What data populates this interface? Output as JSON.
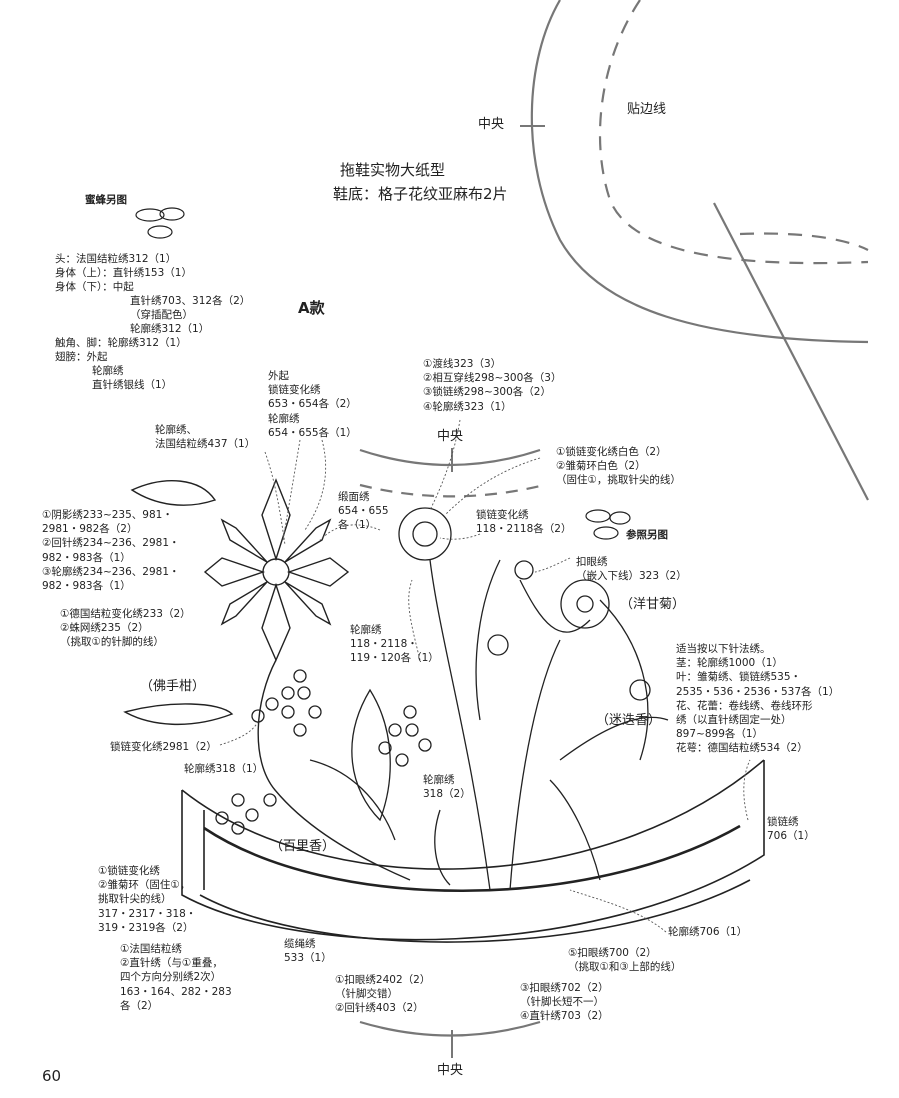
{
  "page_number": "60",
  "pattern": {
    "title": "拖鞋实物大纸型",
    "sole": "鞋底：格子花纹亚麻布2片",
    "style": "A款",
    "center_label": "中央",
    "edge_line_label": "贴边线"
  },
  "bee_reference": {
    "title": "蜜蜂另图",
    "lines": [
      "头：法国结粒绣312（1）",
      "身体（上）：直针绣153（1）",
      "身体（下）：中起",
      "直针绣703、312各（2）",
      "（穿插配色）",
      "轮廓绣312（1）",
      "触角、脚：轮廓绣312（1）",
      "翅膀：外起",
      "轮廓绣",
      "直针绣银线（1）"
    ]
  },
  "flower_labels": {
    "bergamot": "（佛手柑）",
    "chamomile": "（洋甘菊）",
    "rosemary": "（迷迭香）",
    "thyme": "（百里香）"
  },
  "see_other": "参照另图",
  "annotations": {
    "outer_start": "外起\n锁链变化绣\n653・654各（2）\n轮廓绣\n654・655各（1）",
    "outline_french": "轮廓绣、\n法国结粒绣437（1）",
    "leaf_left": "①阴影绣233~235、981・\n2981・982各（2）\n②回针绣234~236、2981・\n982・983各（1）\n③轮廓绣234~236、2981・\n982・983各（1）",
    "center_knots": "①德国结粒变化绣233（2）\n②蛛网绣235（2）\n（挑取①的针脚的线）",
    "satin": "缎面绣\n654・655\n各（1）",
    "chamomile_center": "①渡线323（3）\n②相互穿线298~300各（3）\n③锁链绣298~300各（2）\n④轮廓绣323（1）",
    "chain_white": "①锁链变化绣白色（2）\n②雏菊环白色（2）\n（固住①，挑取针尖的线）",
    "chain_var": "锁链变化绣\n118・2118各（2）",
    "buttonhole": "扣眼绣\n（嵌入下线）323（2）",
    "stem_outline": "轮廓绣\n118・2118・\n119・120各（1）",
    "general": "适当按以下针法绣。\n茎：轮廓绣1000（1）\n叶：雏菊绣、锁链绣535・\n2535・536・2536・537各（1）\n花、花蕾：卷线绣、卷线环形\n绣（以直针绣固定一处）\n897~899各（1）\n花萼：德国结粒绣534（2）",
    "chain_2981": "锁链变化绣2981（2）",
    "outline_318_1": "轮廓绣318（1）",
    "outline_318_2": "轮廓绣\n318（2）",
    "chain_706": "锁链绣\n706（1）",
    "thyme_chain": "①锁链变化绣\n②雏菊环（固住①，\n挑取针尖的线）\n317・2317・318・\n319・2319各（2）",
    "french_straight": "①法国结粒绣\n②直针绣（与①重叠，\n四个方向分别绣2次）\n163・164、282・283\n各（2）",
    "cord": "缆绳绣\n533（1）",
    "buttonhole_2402": "①扣眼绣2402（2）\n（针脚交错）\n②回针绣403（2）",
    "buttonhole_702": "③扣眼绣702（2）\n（针脚长短不一）\n④直针绣703（2）",
    "buttonhole_700": "⑤扣眼绣700（2）\n（挑取①和③上部的线）",
    "outline_706": "轮廓绣706（1）"
  }
}
